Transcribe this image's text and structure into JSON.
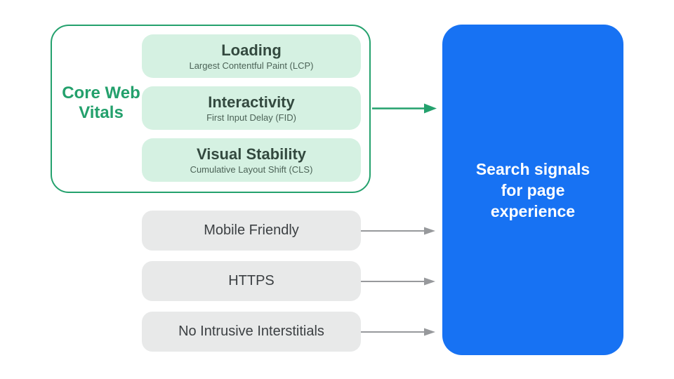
{
  "colors": {
    "background": "#ffffff",
    "green_accent": "#24a16d",
    "mint_fill": "#d5f1e2",
    "metric_title_text": "#33493f",
    "metric_subtitle_text": "#4c6357",
    "gray_fill": "#e8e9e9",
    "gray_text": "#3c4043",
    "gray_arrow": "#97999c",
    "blue_fill": "#1772f3",
    "result_text": "#ffffff"
  },
  "core_web_vitals": {
    "label": "Core Web Vitals",
    "items": [
      {
        "title": "Loading",
        "subtitle": "Largest Contentful Paint (LCP)"
      },
      {
        "title": "Interactivity",
        "subtitle": "First Input Delay (FID)"
      },
      {
        "title": "Visual Stability",
        "subtitle": "Cumulative Layout Shift (CLS)"
      }
    ]
  },
  "other_signals": [
    {
      "label": "Mobile Friendly"
    },
    {
      "label": "HTTPS"
    },
    {
      "label": "No Intrusive Interstitials"
    }
  ],
  "result": {
    "lines": [
      "Search signals",
      "for page",
      "experience"
    ]
  }
}
